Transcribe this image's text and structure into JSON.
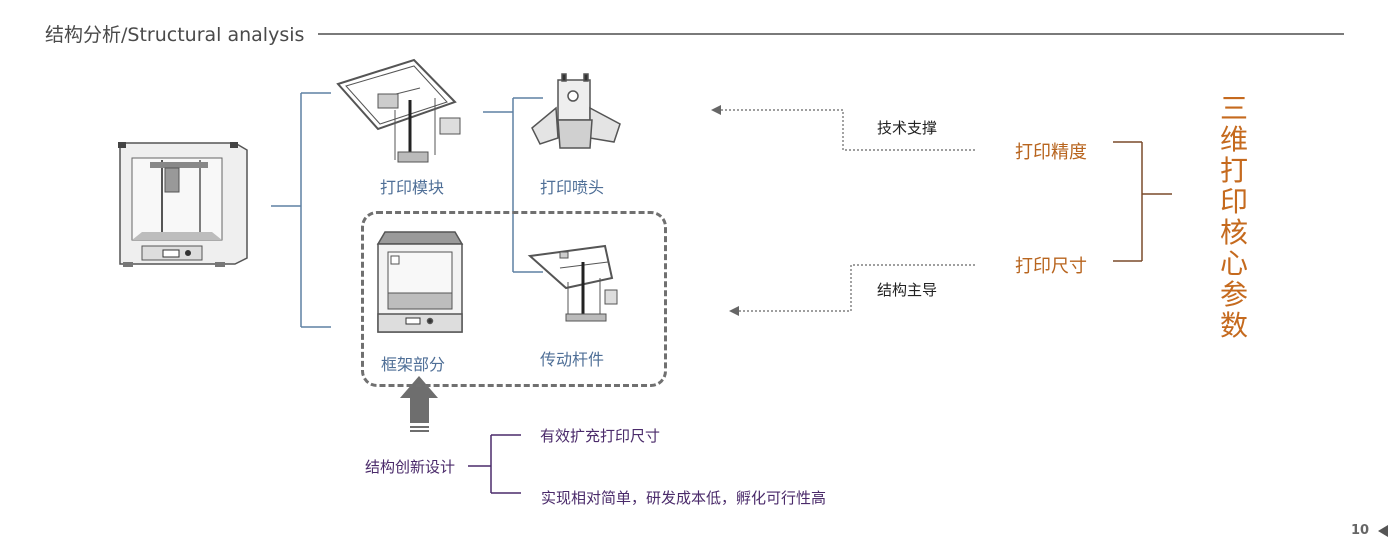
{
  "header": {
    "title": "结构分析/Structural analysis"
  },
  "components": {
    "print_module": "打印模块",
    "print_nozzle": "打印喷头",
    "frame_part": "框架部分",
    "transmission_rod": "传动杆件"
  },
  "relations": {
    "tech_support": "技术支撑",
    "structure_lead": "结构主导"
  },
  "parameters": {
    "precision": "打印精度",
    "size": "打印尺寸",
    "core_title_chars": [
      "三",
      "维",
      "打",
      "印",
      "核",
      "心",
      "参",
      "数"
    ]
  },
  "innovation": {
    "label": "结构创新设计",
    "benefits": [
      "有效扩充打印尺寸",
      "实现相对简单，研发成本低，孵化可行性高"
    ]
  },
  "footer": {
    "page_number": "10"
  },
  "colors": {
    "blue_line": "#5f80a3",
    "orange": "#c56a1e",
    "bracket_brown": "#7a4a2a",
    "purple": "#4a2a6a",
    "arrow_gray": "#6e6e6e"
  }
}
